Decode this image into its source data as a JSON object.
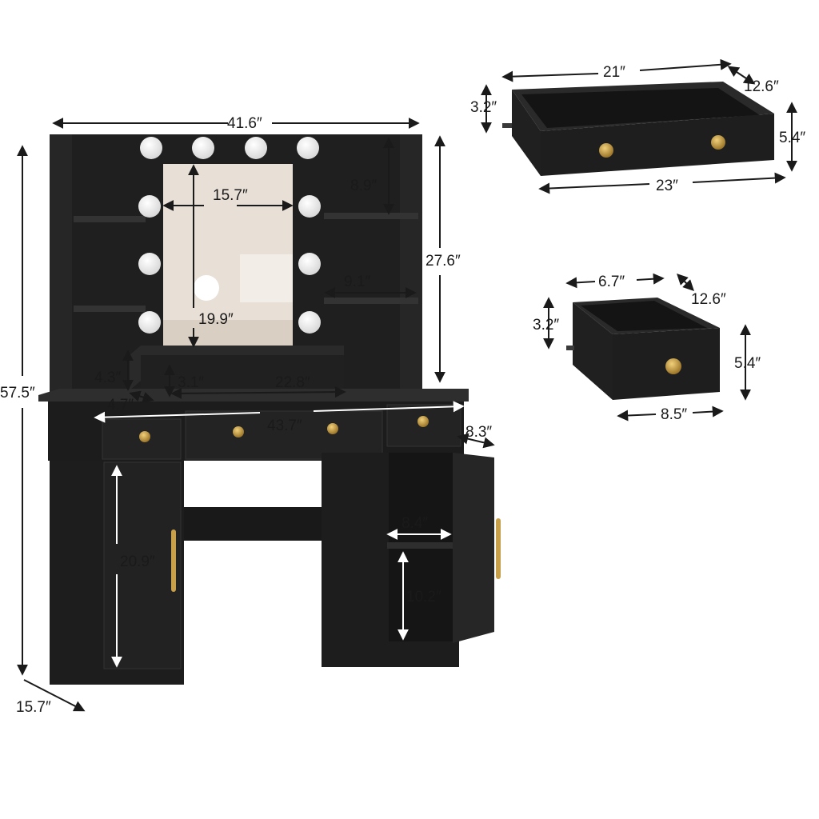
{
  "colors": {
    "body": "#1f1f1f",
    "edge": "#2c2c2c",
    "knob": "#c9a04a",
    "mirror": "#e8dfd6",
    "bulb": "#f4f4f4"
  },
  "vanity": {
    "overall_height": "57.5″",
    "overall_depth": "15.7″",
    "hutch_width": "41.6″",
    "mirror_width": "15.7″",
    "mirror_height": "19.9″",
    "upper_shelf_gap": "8.9″",
    "hutch_height": "27.6″",
    "shelf_width": "9.1″",
    "organizer_height": "4.3″",
    "organizer_depth": "4.7″",
    "organizer_inner": "3.1″",
    "organizer_width": "22.8″",
    "desk_width": "43.7″",
    "cabinet_depth": "8.3″",
    "left_cabinet_height": "20.9″",
    "right_shelf_width": "8.4″",
    "right_shelf_height": "10.2″"
  },
  "large_drawer": {
    "inner_width": "21″",
    "depth": "12.6″",
    "inner_height": "3.2″",
    "outer_height": "5.4″",
    "outer_width": "23″"
  },
  "small_drawer": {
    "inner_width": "6.7″",
    "depth": "12.6″",
    "inner_height": "3.2″",
    "outer_height": "5.4″",
    "outer_width": "8.5″"
  }
}
